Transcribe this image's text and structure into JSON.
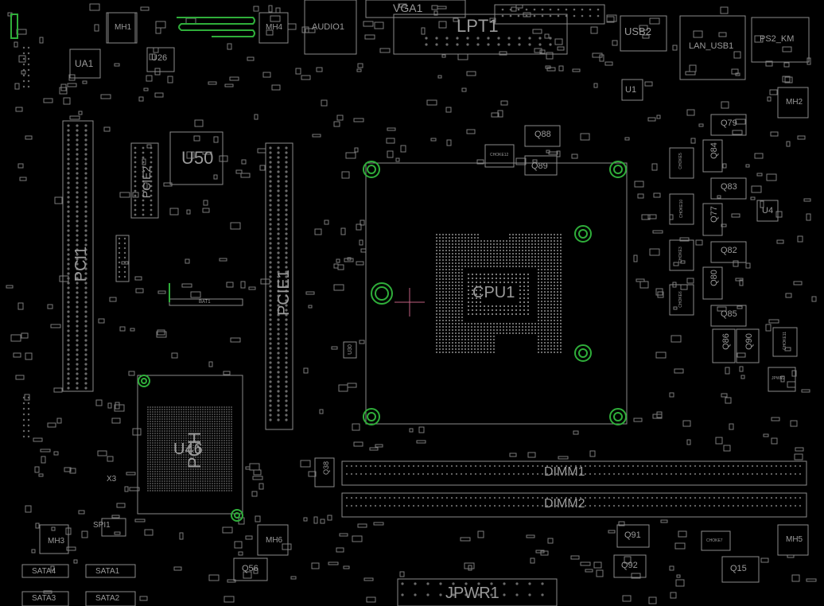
{
  "board": {
    "background": "#000000",
    "silkscreen_color": "#9a9a9a",
    "hole_color": "#2fae3a",
    "marker_color": "#c06080",
    "labels": {
      "vga": "VGA1",
      "lpt": "LPT1",
      "audio": "AUDIO1",
      "usb2": "USB2",
      "lan_usb": "LAN_USB1",
      "ps2": "PS2_KM",
      "ua1": "UA1",
      "u26": "U26",
      "mh1": "MH1",
      "mh4": "MH4",
      "mh2": "MH2",
      "mh3": "MH3",
      "mh5": "MH5",
      "mh6": "MH6",
      "u50": "U50",
      "cpu": "CPU1",
      "u46": "U46",
      "pch": "PCH",
      "u1": "U1",
      "u4": "U4",
      "bat": "BAT1",
      "dimm1": "DIMM1",
      "dimm2": "DIMM2",
      "jpwr": "JPWR1",
      "pci1": "PCI1",
      "pcie1": "PCIE1",
      "pcie2": "PCIE2",
      "sata1": "SATA1",
      "sata2": "SATA2",
      "sata3": "SATA3",
      "sata4": "SATA4",
      "spi": "SPI1",
      "x3": "X3",
      "q38": "Q38",
      "q56": "Q56",
      "q15": "Q15",
      "q79": "Q79",
      "q84": "Q84",
      "q83": "Q83",
      "q77": "Q77",
      "q82": "Q82",
      "q80": "Q80",
      "q85": "Q85",
      "q86": "Q86",
      "q90": "Q90",
      "q88": "Q88",
      "q89": "Q89",
      "q91": "Q91",
      "q92": "Q92",
      "u30": "U30",
      "choke12": "CHOKE12",
      "choke5": "CHOKE5",
      "choke10": "CHOKE10",
      "choke3": "CHOKE3",
      "choke6": "CHOKE6",
      "choke11": "CHOKE11",
      "jpwr2": "JPWR2",
      "choke7": "CHOKE7"
    }
  }
}
